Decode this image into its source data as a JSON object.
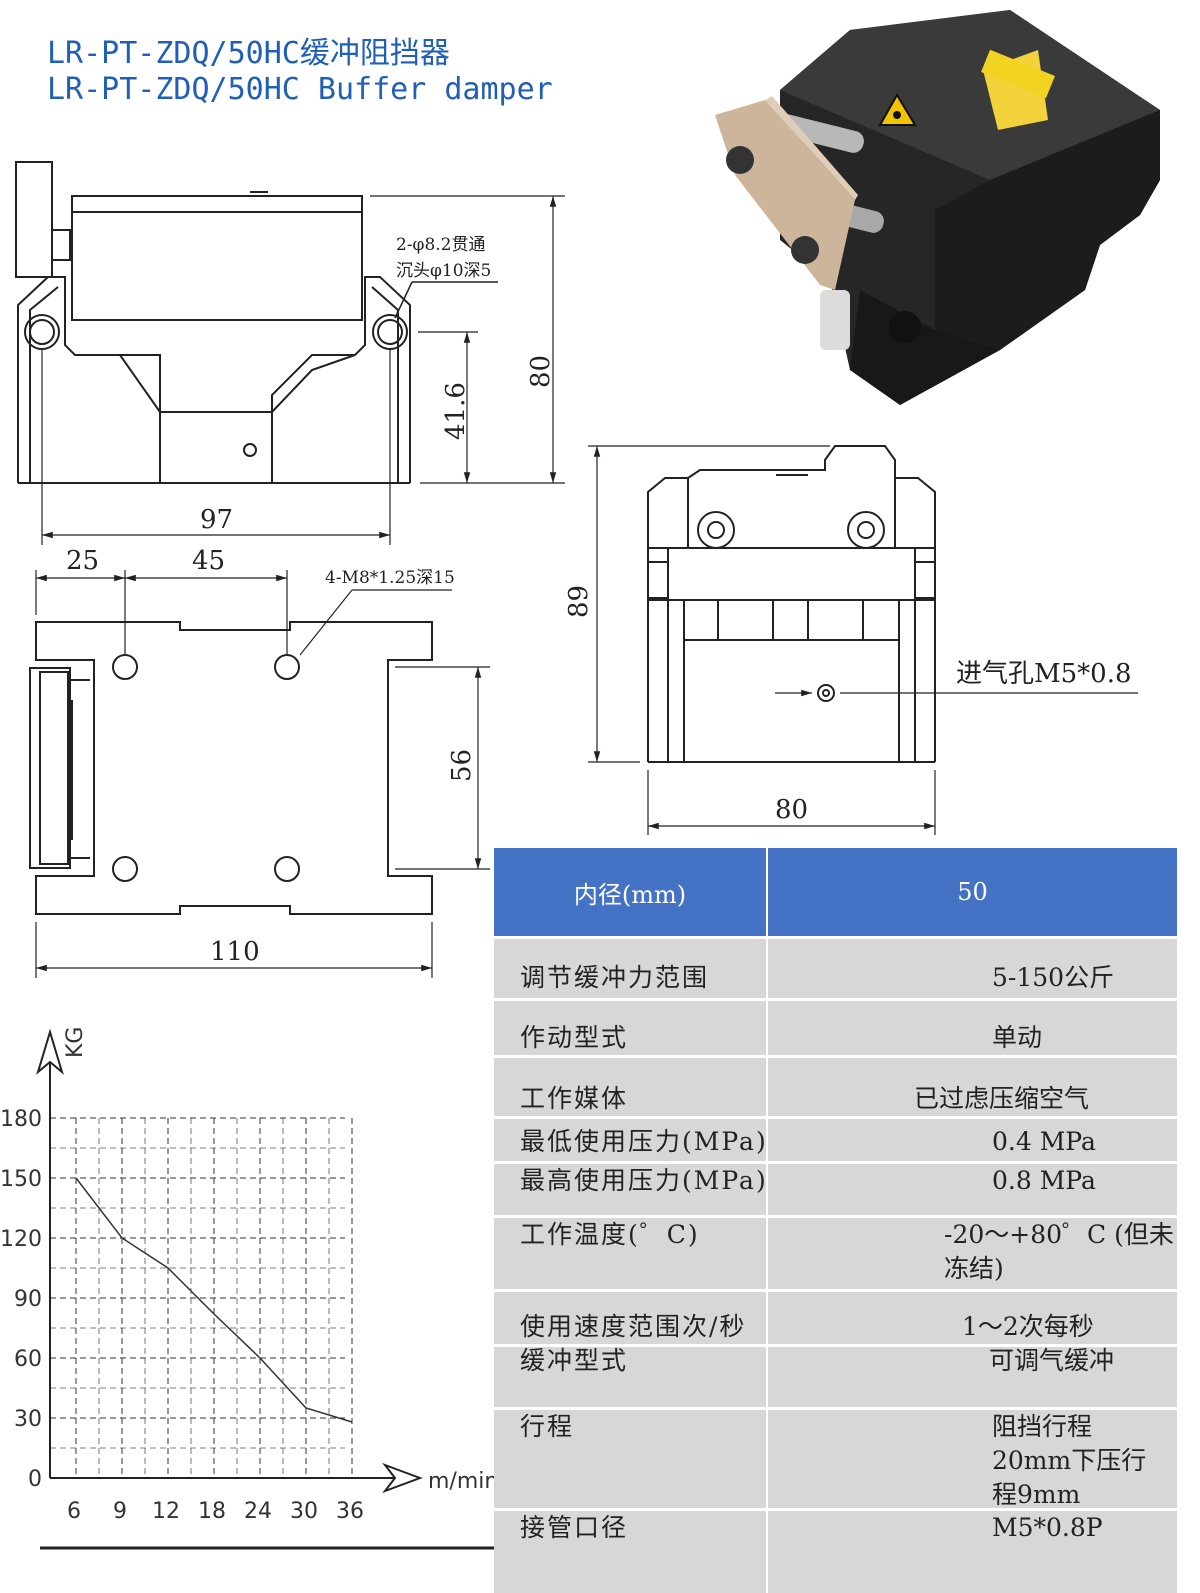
{
  "title": {
    "line1": "LR-PT-ZDQ/50HC缓冲阻挡器",
    "line2": "LR-PT-ZDQ/50HC Buffer damper"
  },
  "drawing_front": {
    "note_holes_line1": "2-φ8.2贯通",
    "note_holes_line2": "沉头φ10深5",
    "dim_width": "97",
    "dim_hole_height": "41.6",
    "dim_height": "80"
  },
  "drawing_top": {
    "dim_a": "25",
    "dim_b": "45",
    "note_thread": "4-M8*1.25深15",
    "dim_side": "56",
    "dim_length": "110"
  },
  "drawing_side": {
    "dim_height": "89",
    "air_inlet": "进气孔M5*0.8",
    "dim_width": "80"
  },
  "spec_table": {
    "header": {
      "label": "内径(mm)",
      "value": "50"
    },
    "rows": [
      {
        "label": "调节缓冲力范围",
        "value": "5-150公斤"
      },
      {
        "label": "作动型式",
        "value": "单动"
      },
      {
        "label": "工作媒体",
        "value": "已过虑压缩空气"
      },
      {
        "label": "最低使用压力(MPa)",
        "value": "0.4 MPa"
      },
      {
        "label": "最高使用压力(MPa)",
        "value": "0.8 MPa"
      },
      {
        "label": "工作温度(゜C)",
        "value": "-20～+80゜C (但未冻结)"
      },
      {
        "label": "使用速度范围次/秒",
        "value": "1～2次每秒"
      },
      {
        "label": "缓冲型式",
        "value": "可调气缓冲"
      },
      {
        "label": "行程",
        "value": "阻挡行程20mm下压行程9mm"
      },
      {
        "label": "接管口径",
        "value": "M5*0.8P"
      }
    ]
  },
  "chart_data": {
    "type": "line",
    "title": "",
    "ylabel": "KG",
    "xlabel": "m/mim",
    "categories": [
      "6",
      "9",
      "12",
      "18",
      "24",
      "30",
      "36"
    ],
    "y_ticks": [
      "0",
      "30",
      "60",
      "90",
      "120",
      "150",
      "180"
    ],
    "ylim": [
      0,
      180
    ],
    "grid": true,
    "series": [
      {
        "values": [
          150,
          120,
          105,
          82,
          60,
          35,
          28
        ]
      }
    ]
  },
  "photo": {
    "warning_icon": "hand-crush-warning-icon"
  }
}
